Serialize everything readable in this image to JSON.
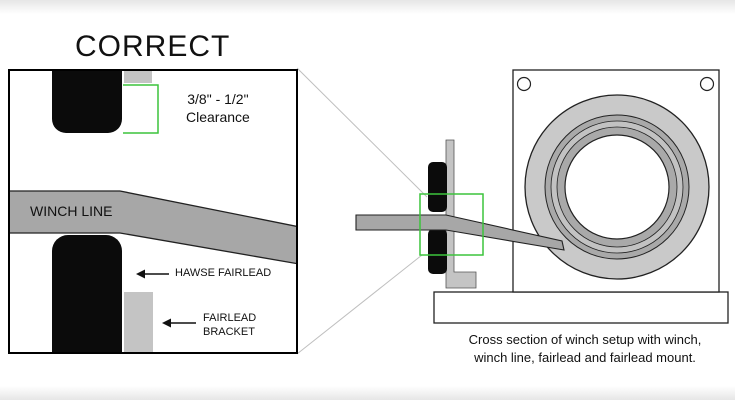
{
  "title": "CORRECT",
  "detail": {
    "clearance_line1": "3/8\" - 1/2\"",
    "clearance_line2": "Clearance",
    "winch_line": "WINCH LINE",
    "hawse_fairlead": "HAWSE FAIRLEAD",
    "bracket_line1": "FAIRLEAD",
    "bracket_line2": "BRACKET"
  },
  "caption": {
    "line1": "Cross section of winch setup with winch,",
    "line2": "winch line, fairlead and fairlead mount."
  },
  "colors": {
    "highlight": "#3cc43c",
    "line_gray": "#a7a7a7",
    "bracket_gray": "#c4c4c4",
    "drum_gray": "#c9c9c9",
    "roller_black": "#0b0b0b",
    "outline": "#000000"
  }
}
